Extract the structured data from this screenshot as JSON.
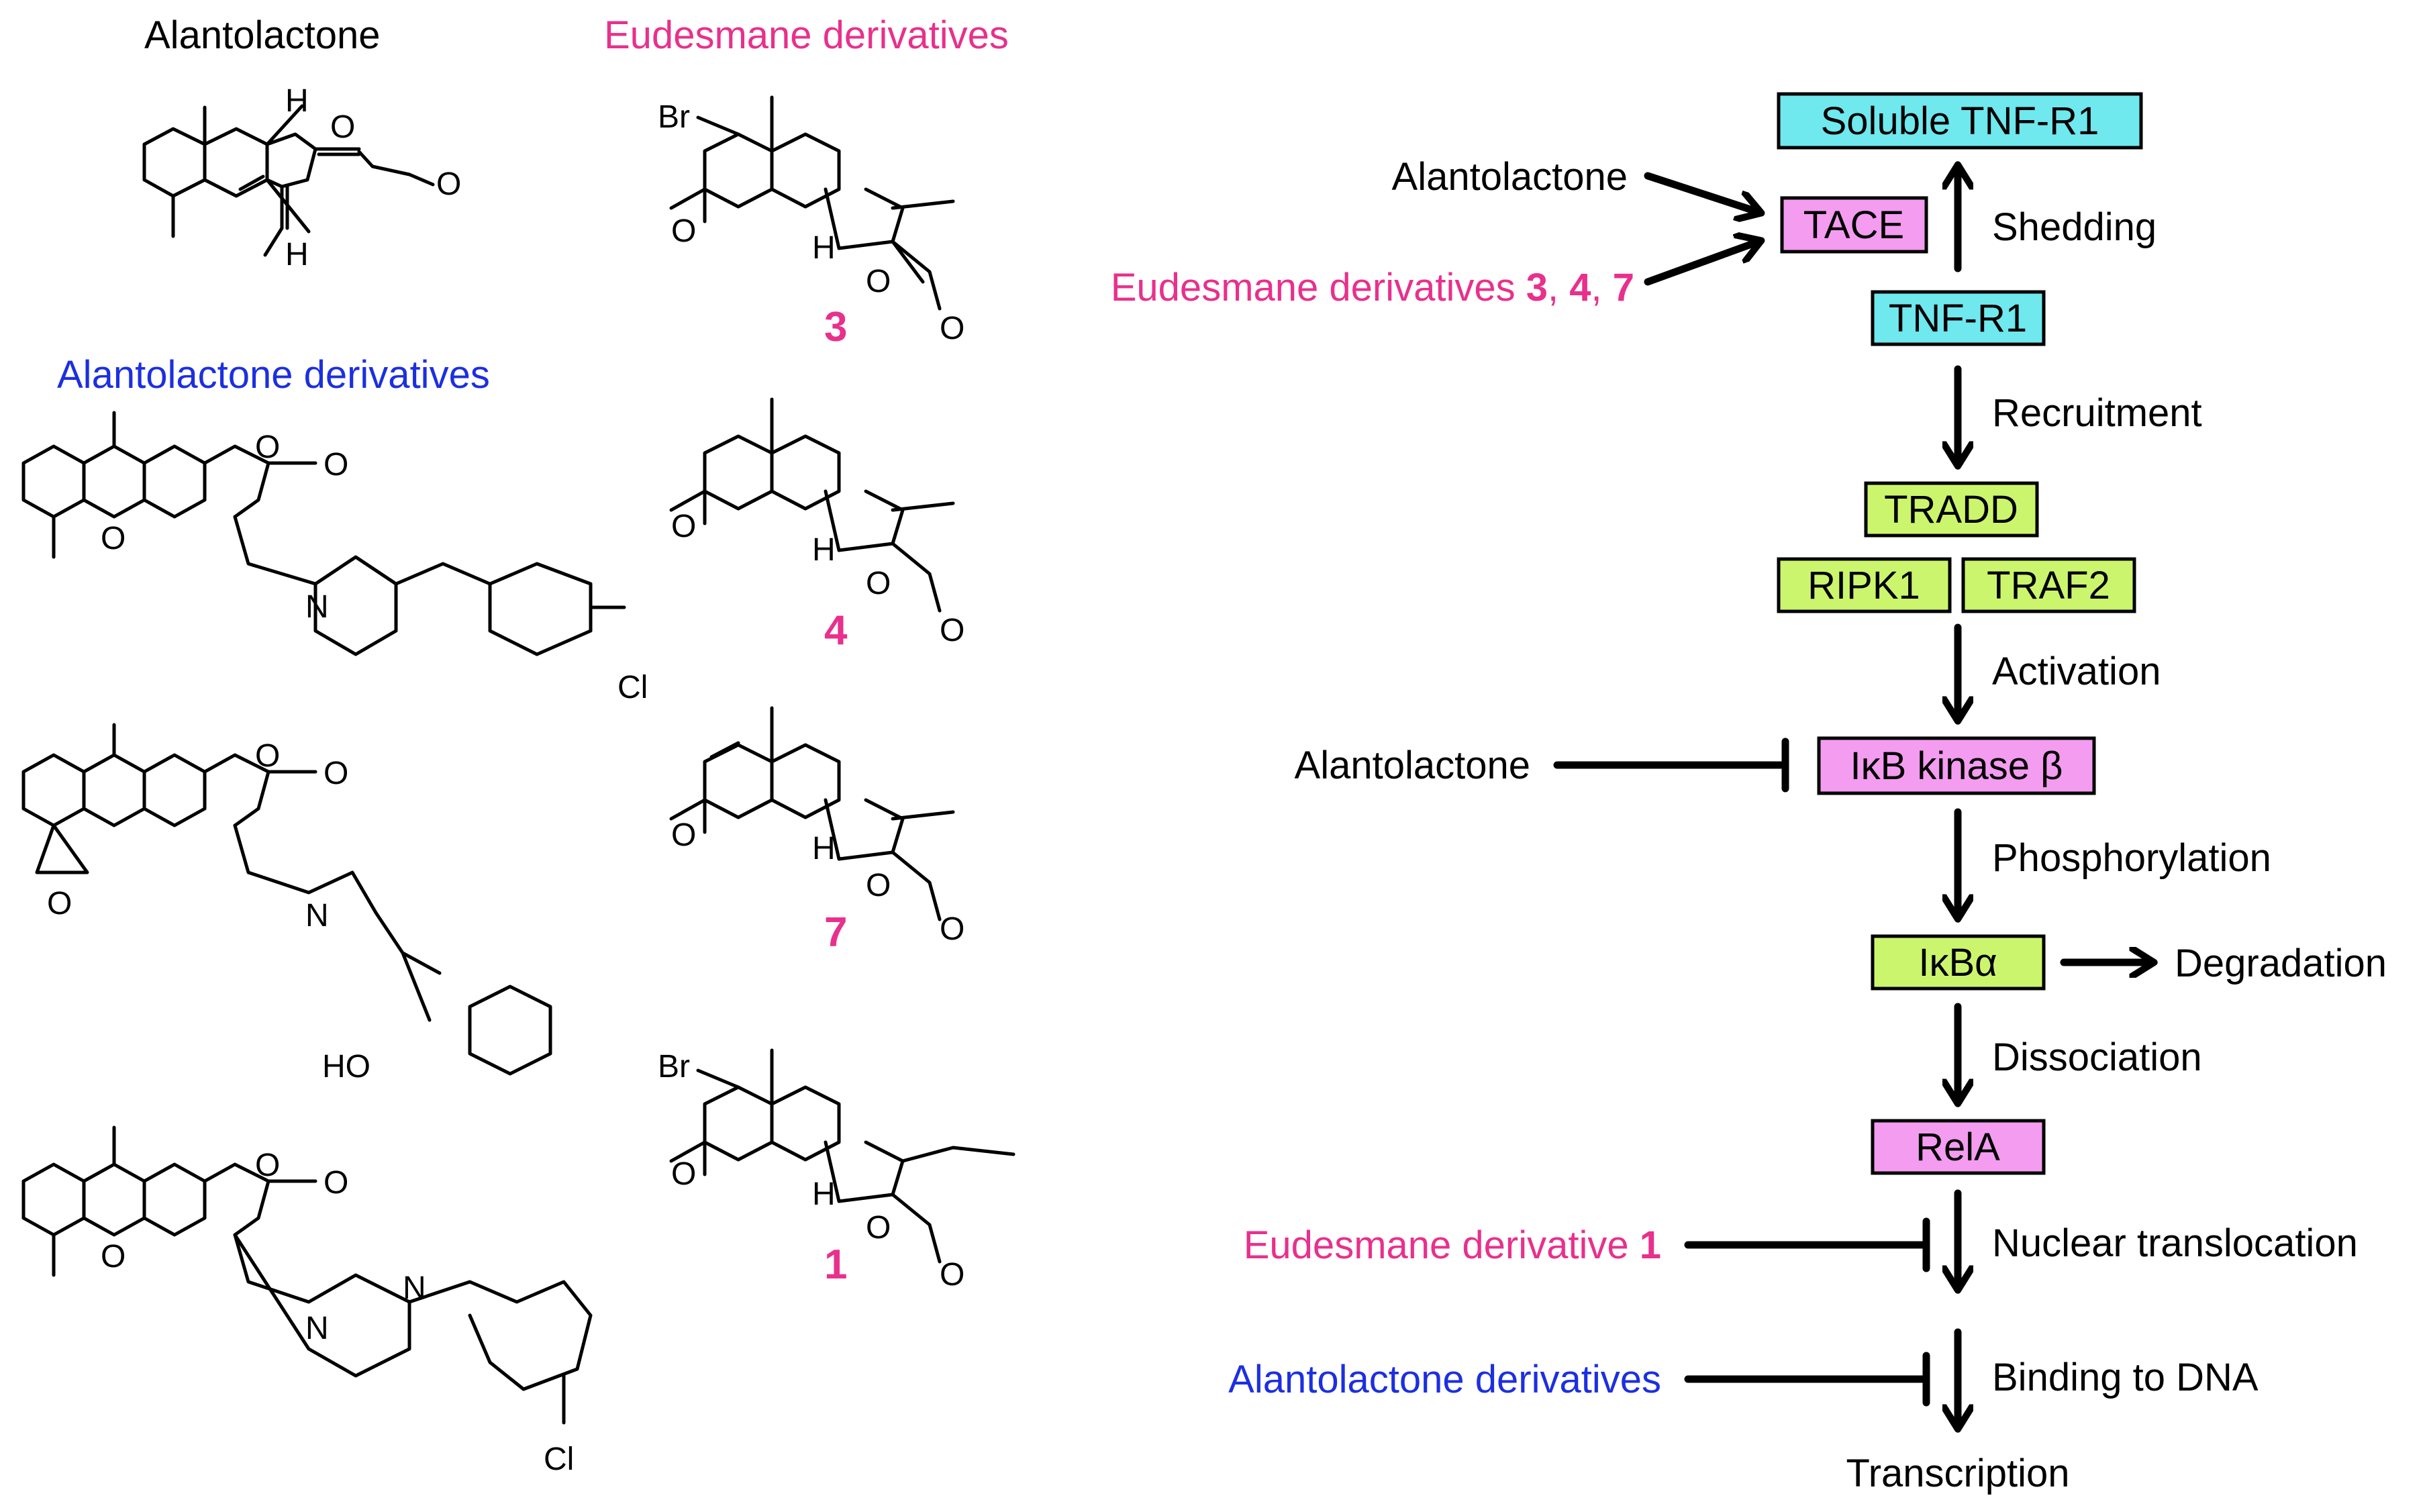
{
  "colors": {
    "black": "#000000",
    "pink": "#e8308c",
    "blue": "#1c2fe0",
    "cyan": "#6fe8ee",
    "magenta_box": "#f39cf0",
    "green_box": "#ccf56e"
  },
  "left": {
    "alantolactone_title": "Alantolactone",
    "eudesmane_title": "Eudesmane derivatives",
    "alantolactone_derivatives_title": "Alantolactone derivatives",
    "compound_numbers": [
      "3",
      "4",
      "7",
      "1"
    ],
    "atoms": {
      "H": "H",
      "O": "O",
      "Br": "Br",
      "N": "N",
      "Cl": "Cl",
      "HO": "HO"
    }
  },
  "pathway": {
    "boxes": {
      "soluble_tnfr1": "Soluble TNF-R1",
      "tace": "TACE",
      "tnfr1": "TNF-R1",
      "tradd": "TRADD",
      "ripk1": "RIPK1",
      "traf2": "TRAF2",
      "ikk": "IκB kinase β",
      "ikba": "IκBα",
      "rela": "RelA"
    },
    "steps": {
      "shedding": "Shedding",
      "recruitment": "Recruitment",
      "activation": "Activation",
      "phosphorylation": "Phosphorylation",
      "degradation": "Degradation",
      "dissociation": "Dissociation",
      "nuclear_translocation": "Nuclear translocation",
      "binding_to_dna": "Binding to DNA",
      "transcription": "Transcription"
    },
    "inhibitors": {
      "alantolactone_tace": "Alantolactone",
      "eudesmane_tace_prefix": "Eudesmane derivatives ",
      "eudesmane_tace_n1": "3",
      "sep1": ", ",
      "eudesmane_tace_n2": "4",
      "sep2": ", ",
      "eudesmane_tace_n3": "7",
      "alantolactone_ikk": "Alantolactone",
      "eudesmane_1_prefix": "Eudesmane derivative ",
      "eudesmane_1_num": "1",
      "alantolactone_derivatives": "Alantolactone derivatives"
    }
  }
}
